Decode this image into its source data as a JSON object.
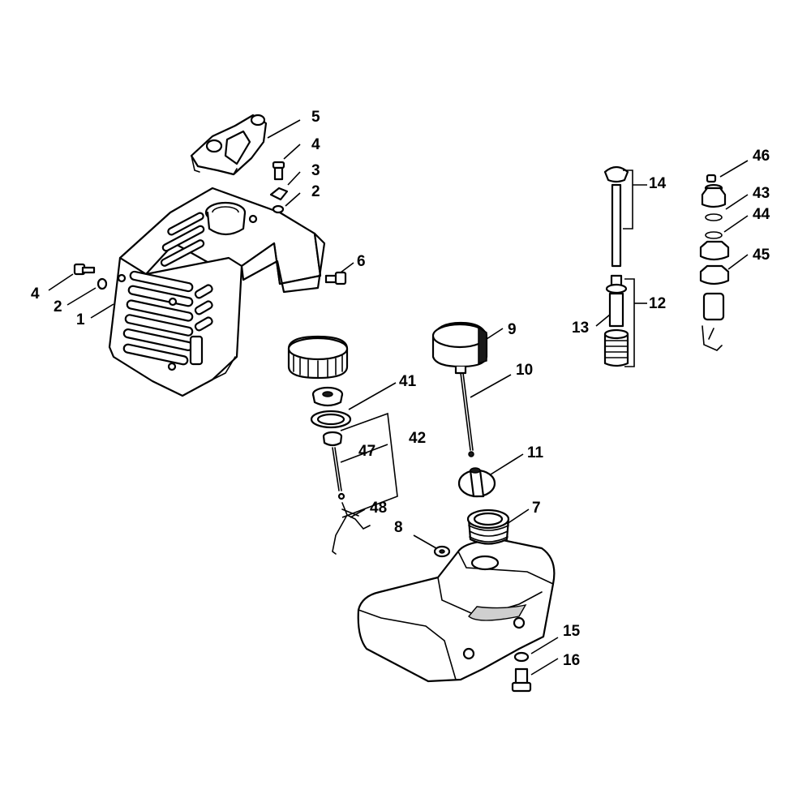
{
  "callouts": {
    "c1": "1",
    "c2a": "2",
    "c2b": "2",
    "c3": "3",
    "c4a": "4",
    "c4b": "4",
    "c5": "5",
    "c6": "6",
    "c7": "7",
    "c8": "8",
    "c9": "9",
    "c10": "10",
    "c11": "11",
    "c12": "12",
    "c13": "13",
    "c14": "14",
    "c15": "15",
    "c16": "16",
    "c41": "41",
    "c42": "42",
    "c43": "43",
    "c44": "44",
    "c45": "45",
    "c46": "46",
    "c47": "47",
    "c48": "48"
  }
}
